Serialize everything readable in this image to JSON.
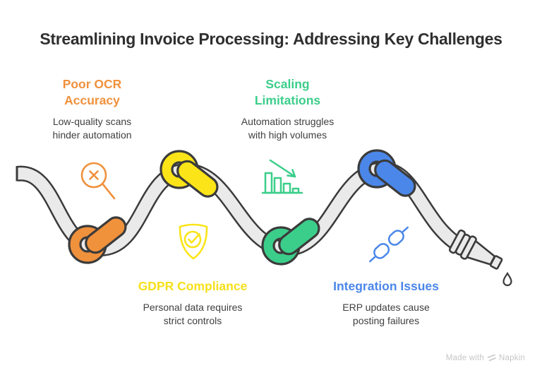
{
  "title": "Streamlining Invoice Processing: Addressing Key Challenges",
  "palette": {
    "orange": "#F0913C",
    "yellow": "#F6E01A",
    "yellow_knot": "#FBE418",
    "green": "#3BCE8A",
    "blue": "#4B87E9",
    "outline": "#3B3B3B",
    "tube": "#EAEAEA",
    "title_text": "#2F2F2F",
    "body_text": "#3F3F3F",
    "watermark_text": "#C6C6C6"
  },
  "challenges": [
    {
      "title": "Poor OCR\nAccuracy",
      "description": "Low-quality scans\nhinder automation",
      "color": "#F0913C",
      "icon": "magnifier-x-icon"
    },
    {
      "title": "Scaling\nLimitations",
      "description": "Automation struggles\nwith high volumes",
      "color": "#3BCE8A",
      "icon": "declining-bar-chart-icon"
    },
    {
      "title": "GDPR Compliance",
      "description": "Personal data requires\nstrict controls",
      "color": "#F6E01A",
      "icon": "shield-check-icon"
    },
    {
      "title": "Integration Issues",
      "description": "ERP updates cause\nposting failures",
      "color": "#4B87E9",
      "icon": "broken-chain-icon"
    }
  ],
  "watermark": {
    "prefix": "Made with",
    "brand": "Napkin"
  }
}
